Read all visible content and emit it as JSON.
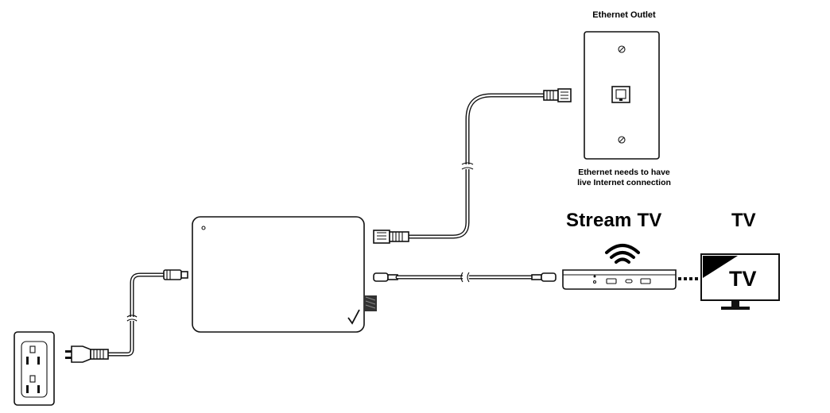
{
  "labels": {
    "ethernet_outlet": "Ethernet Outlet",
    "note_line1": "Ethernet needs to have",
    "note_line2": "live Internet connection",
    "stream_tv": "Stream TV",
    "tv": "TV",
    "tv_screen": "TV"
  },
  "colors": {
    "stroke": "#111111",
    "fill": "#ffffff",
    "accent": "#000000"
  },
  "icons": {
    "wifi": "wifi-icon",
    "checkmark": "checkmark-logo"
  }
}
